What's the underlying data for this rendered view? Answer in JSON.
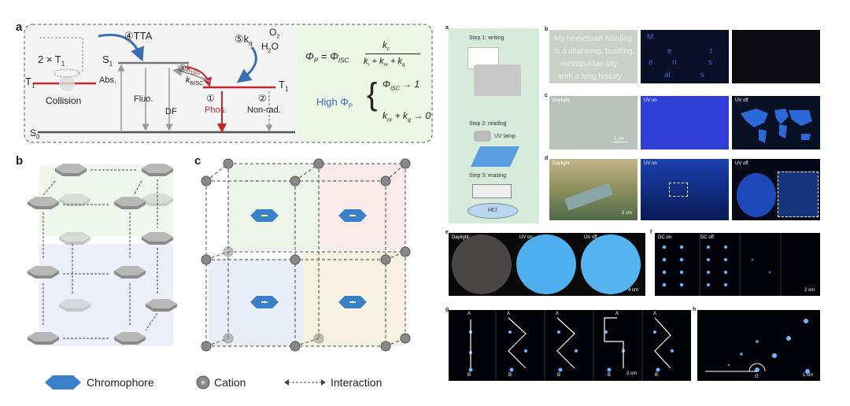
{
  "panel_a": {
    "label": "a",
    "tta": "④TTA",
    "two_t1": "2 × T",
    "t1_sub": "1",
    "t1_left": "T",
    "collision": "Collision",
    "s1": "S",
    "s1_sub": "1",
    "abs": "Abs.",
    "fluo": "Fluo.",
    "df": "DF",
    "isc_num": "③",
    "k_isc": "k",
    "k_isc_sub": "ISC",
    "k_risc": "k",
    "k_risc_sub": "RISC",
    "kq_label": "⑤k",
    "kq_sub": "q",
    "o2": "O",
    "o2_sub": "2",
    "h2o": "H",
    "h2o_rest": "O",
    "phos_num": "①",
    "phos": "Phos.",
    "nonrad_num": "②",
    "nonrad": "Non-rad.",
    "t1_right": "T",
    "s0": "S",
    "s0_sub": "0",
    "phi_eq_left": "Φ",
    "phi_p_sub": "P",
    "phi_isc": "= Φ",
    "phi_isc_sub": "ISC",
    "kr": "k",
    "kr_sub": "r",
    "denom": "k",
    "denom_r": "r",
    "denom_plus1": " + k",
    "denom_nr": "nr",
    "denom_plus2": " + k",
    "denom_q": "q",
    "high": "High Φ",
    "high_sub": "P",
    "cond1": "Φ",
    "cond1_sub": "ISC",
    "cond1_arrow": " → 1",
    "cond2": "k",
    "cond2_sub": "nr",
    "cond2_plus": " + k",
    "cond2_q": "q",
    "cond2_arrow": " → 0"
  },
  "panel_b": {
    "label": "b"
  },
  "panel_c_left": {
    "label": "c"
  },
  "legend": {
    "chromophore": "Chromophore",
    "cation": "Cation",
    "interaction": "Interaction"
  },
  "right": {
    "label_a": "a",
    "step1": "Step 1: writing",
    "step2": "Step 2: reading",
    "step2_lamp": "UV lamp",
    "step3": "Step 3: erasing",
    "step3_dish": "HCl",
    "label_b": "b",
    "b_text_lines": [
      "My hometown Nanjing",
      "is a charming, bustling,",
      "metropolitan city",
      "with a long history"
    ],
    "b_letters": [
      "M",
      "e",
      "t",
      "e",
      "ri",
      "s",
      "al",
      "s"
    ],
    "label_c": "c",
    "c_daylight": "Daylight",
    "c_uv_on": "UV on",
    "c_uv_off": "UV off",
    "c_scale": "1 cm",
    "label_d": "d",
    "d_daylight": "Daylight",
    "d_uv_on": "UV on",
    "d_uv_off": "UV off",
    "d_scale": "2 cm",
    "label_e": "e",
    "e_daylight": "Daylight",
    "e_uv_on": "UV on",
    "e_uv_off": "UV off",
    "e_scale": "4 cm",
    "label_f": "f",
    "f_dc_on": "DC on",
    "f_dc_off": "DC off",
    "f_scale": "2 cm",
    "label_g": "g",
    "g_a": "A",
    "g_b": "B",
    "g_scale": "2 cm",
    "label_h": "h",
    "h_o": "O",
    "h_scale": "1 cm"
  }
}
